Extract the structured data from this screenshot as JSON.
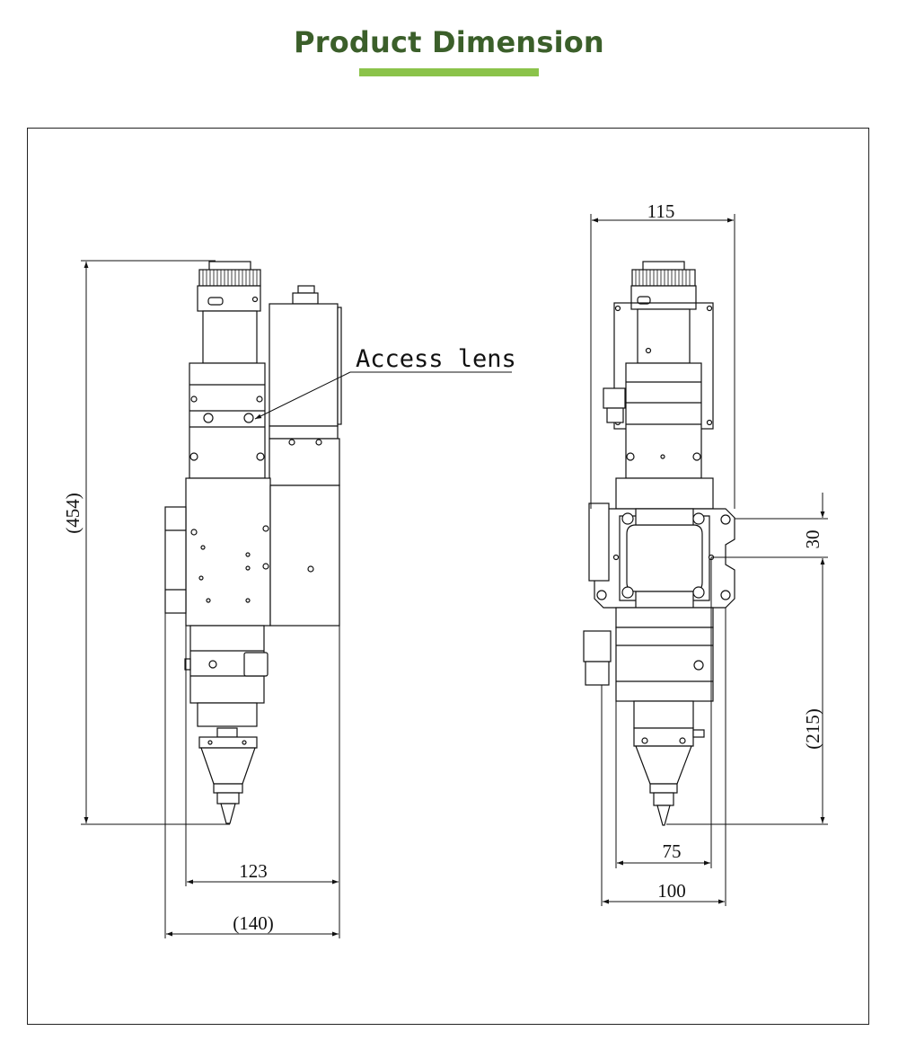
{
  "header": {
    "title": "Product Dimension",
    "accent_color": "#8bc34a",
    "title_color": "#3b5f2a"
  },
  "drawing": {
    "callout_label": "Access lens",
    "side_view": {
      "height": "(454)",
      "width_body": "123",
      "width_overall": "(140)"
    },
    "front_view": {
      "top_width": "115",
      "offset": "30",
      "lower_height": "(215)",
      "bottom_width_inner": "75",
      "bottom_width_outer": "100"
    }
  }
}
